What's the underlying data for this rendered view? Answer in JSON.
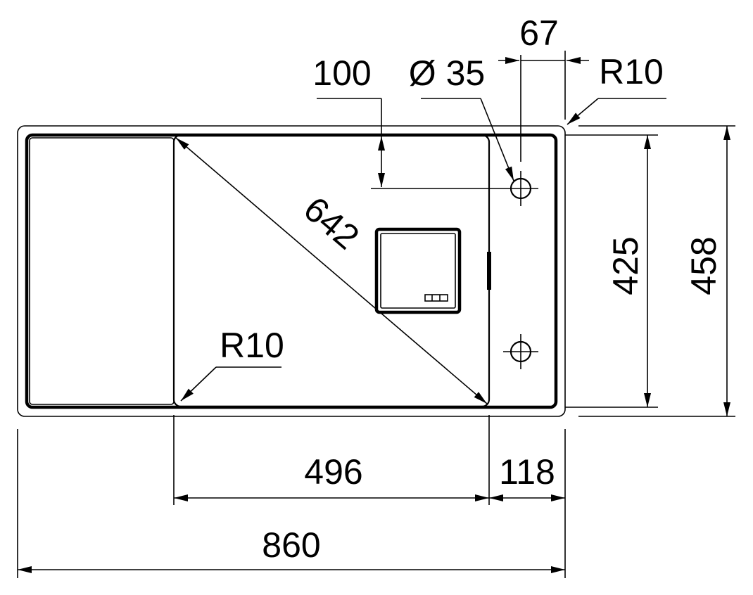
{
  "drawing": {
    "dimensions": {
      "overall_width": "860",
      "basin_width": "496",
      "right_section_width": "118",
      "overall_depth": "458",
      "basin_depth": "425",
      "diagonal": "642",
      "corner_radius_outer": "R10",
      "corner_radius_basin": "R10",
      "tap_hole_diameter": "Ø 35",
      "tap_hole_offset_top": "100",
      "tap_hole_offset_side": "67"
    }
  }
}
